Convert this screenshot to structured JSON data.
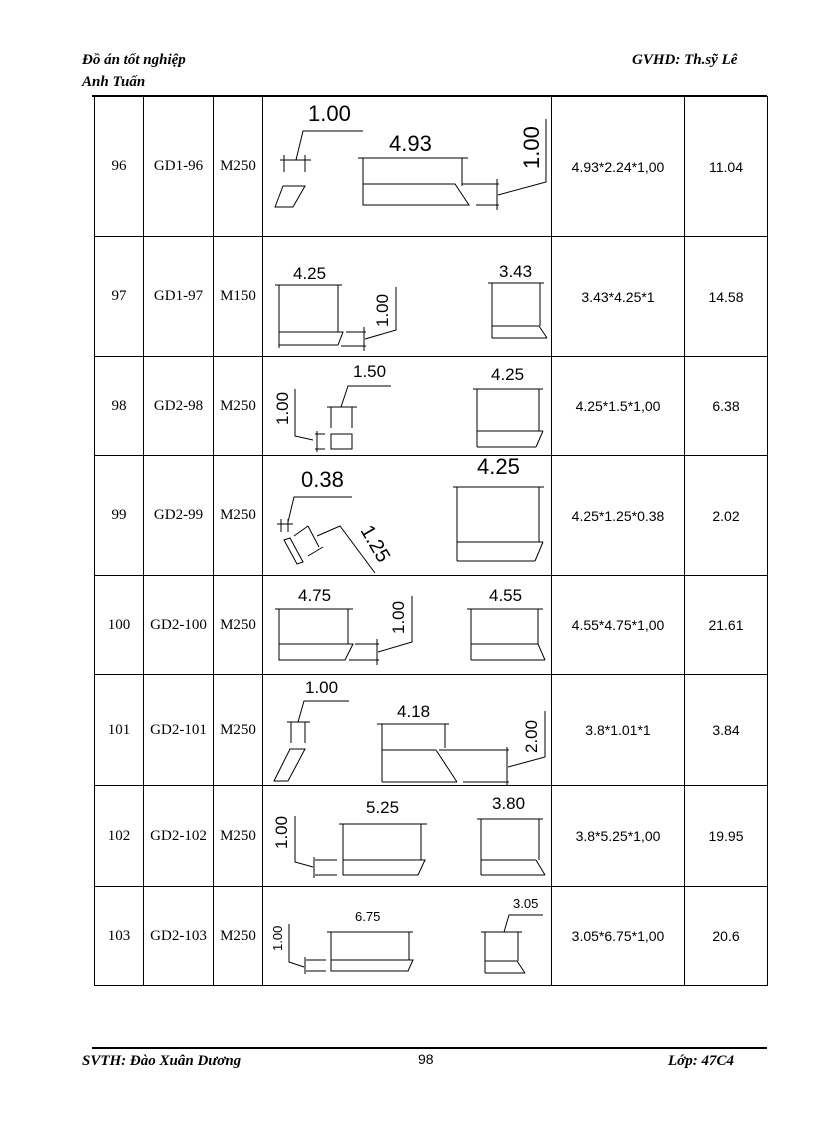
{
  "header": {
    "left_line1": "Đồ án tốt nghiệp",
    "left_line2": "Anh Tuấn",
    "right": "GVHD:  Th.sỹ Lê"
  },
  "table": {
    "rows": [
      {
        "stt": "96",
        "code": "GD1-96",
        "grade": "M250",
        "formula": "4.93*2.24*1,00",
        "volume": "11.04",
        "dims": [
          "1.00",
          "4.93",
          "1.00"
        ]
      },
      {
        "stt": "97",
        "code": "GD1-97",
        "grade": "M150",
        "formula": "3.43*4.25*1",
        "volume": "14.58",
        "dims": [
          "4.25",
          "1.00",
          "3.43"
        ]
      },
      {
        "stt": "98",
        "code": "GD2-98",
        "grade": "M250",
        "formula": "4.25*1.5*1,00",
        "volume": "6.38",
        "dims": [
          "1.00",
          "1.50",
          "4.25"
        ]
      },
      {
        "stt": "99",
        "code": "GD2-99",
        "grade": "M250",
        "formula": "4.25*1.25*0.38",
        "volume": "2.02",
        "dims": [
          "0.38",
          "1.25",
          "4.25"
        ]
      },
      {
        "stt": "100",
        "code": "GD2-100",
        "grade": "M250",
        "formula": "4.55*4.75*1,00",
        "volume": "21.61",
        "dims": [
          "4.75",
          "1.00",
          "4.55"
        ]
      },
      {
        "stt": "101",
        "code": "GD2-101",
        "grade": "M250",
        "formula": "3.8*1.01*1",
        "volume": "3.84",
        "dims": [
          "1.00",
          "4.18",
          "2.00"
        ]
      },
      {
        "stt": "102",
        "code": "GD2-102",
        "grade": "M250",
        "formula": "3.8*5.25*1,00",
        "volume": "19.95",
        "dims": [
          "1.00",
          "5.25",
          "3.80"
        ]
      },
      {
        "stt": "103",
        "code": "GD2-103",
        "grade": "M250",
        "formula": "3.05*6.75*1,00",
        "volume": "20.6",
        "dims": [
          "1.00",
          "6.75",
          "3.05"
        ]
      }
    ]
  },
  "footer": {
    "left": "SVTH:  Đào Xuân Dương",
    "page": "98",
    "right": "Lớp: 47C4"
  }
}
